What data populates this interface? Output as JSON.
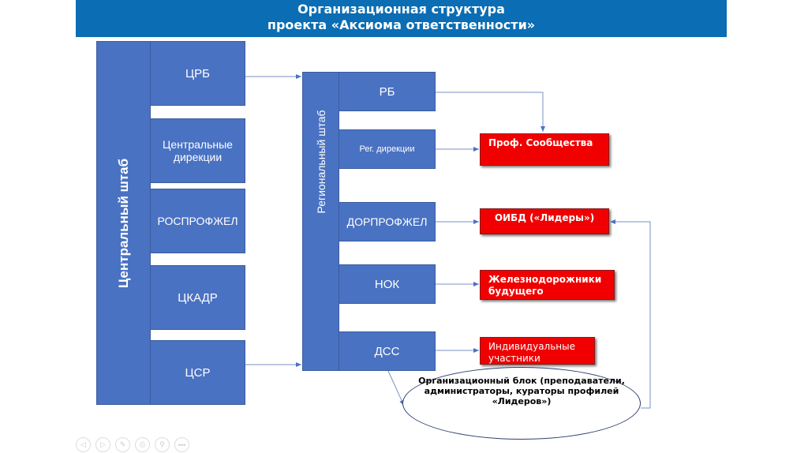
{
  "title": {
    "line1": "Организационная структура",
    "line2": "проекта «Аксиома ответственности»"
  },
  "central": {
    "label": "Центральный штаб",
    "boxes": [
      "ЦРБ",
      "Центральные дирекции",
      "РОСПРОФЖЕЛ",
      "ЦКАДР",
      "ЦСР"
    ]
  },
  "regional": {
    "label": "Региональный штаб",
    "boxes": [
      "РБ",
      "Рег. дирекции",
      "ДОРПРОФЖЕЛ",
      "НОК",
      "ДСС"
    ]
  },
  "groups": [
    "Проф. Сообщества",
    "ОИБД («Лидеры»)",
    "Железнодорожники будущего",
    "Индивидуальные участники"
  ],
  "org_block": "Организационный блок (преподаватели, администраторы, кураторы профилей «Лидеров»)",
  "controls": [
    "◁",
    "▷",
    "✎",
    "⎙",
    "⚲",
    "•••"
  ],
  "colors": {
    "banner": "#0b6db3",
    "box": "#4a72c2",
    "red": "#f00000"
  }
}
